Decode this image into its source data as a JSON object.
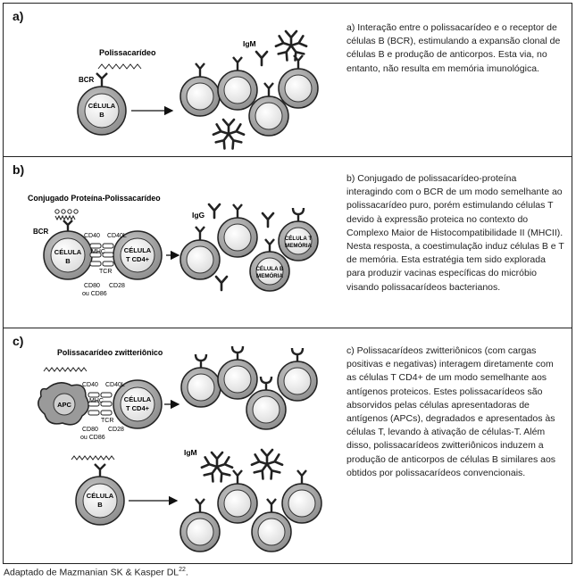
{
  "panels": {
    "a": {
      "label": "a)",
      "polysaccharide": "Polissacarídeo",
      "bcr": "BCR",
      "cell_line1": "CÉLULA",
      "cell_line2": "B",
      "igm": "IgM",
      "text": "a) Interação entre o polissacarídeo e o receptor de células B (BCR), estimulando a expansão clonal de células B e produção de anticorpos. Esta via, no entanto, não resulta em memória imunológica."
    },
    "b": {
      "label": "b)",
      "conjugate": "Conjugado Proteína-Polissacarídeo",
      "bcr": "BCR",
      "cell_b_line1": "CÉLULA",
      "cell_b_line2": "B",
      "cell_t_line1": "CÉLULA",
      "cell_t_line2": "T CD4+",
      "cd40": "CD40",
      "cd40l": "CD40L",
      "mhc": "MHC",
      "tcr": "TCR",
      "cd80": "CD80",
      "cd86": "ou CD86",
      "cd28": "CD28",
      "igg": "IgG",
      "mem_t_line1": "CÉLULA T",
      "mem_t_line2": "MEMÓRIA",
      "mem_b_line1": "CÉLULA B",
      "mem_b_line2": "MEMÓRIA",
      "text": "b) Conjugado de polissacarídeo-proteína interagindo com o BCR de um modo semelhante ao polissacarídeo puro, porém estimulando células T devido à expressão proteica no contexto do Complexo Maior de Histocompatibilidade II (MHCII). Nesta resposta, a coestimulação induz células B e T de memória. Esta estratégia tem sido explorada para produzir vacinas específicas do micróbio visando polissacarídeos bacterianos."
    },
    "c": {
      "label": "c)",
      "zwitter": "Polissacarídeo zwitteriônico",
      "apc": "APC",
      "cell_t_line1": "CÉLULA",
      "cell_t_line2": "T CD4+",
      "cd40": "CD40",
      "cd40l": "CD40L",
      "mhc": "MHC",
      "tcr": "TCR",
      "cd80": "CD80",
      "cd86": "ou CD86",
      "cd28": "CD28",
      "cell_b_line1": "CÉLULA",
      "cell_b_line2": "B",
      "igm": "IgM",
      "text": "c) Polissacarídeos zwitteriônicos (com cargas positivas e negativas) interagem diretamente com as células T CD4+ de um modo semelhante aos antígenos proteicos. Estes polissacarídeos são absorvidos pelas células apresentadoras de antígenos (APCs), degradados e apresentados às células T, levando à ativação de células-T. Além disso, polissacarídeos zwitteriônicos induzem a produção de anticorpos de células B similares aos obtidos por polissacarídeos convencionais."
    }
  },
  "caption": {
    "text": "Adaptado de Mazmanian SK & Kasper DL",
    "ref": "22",
    "period": "."
  }
}
